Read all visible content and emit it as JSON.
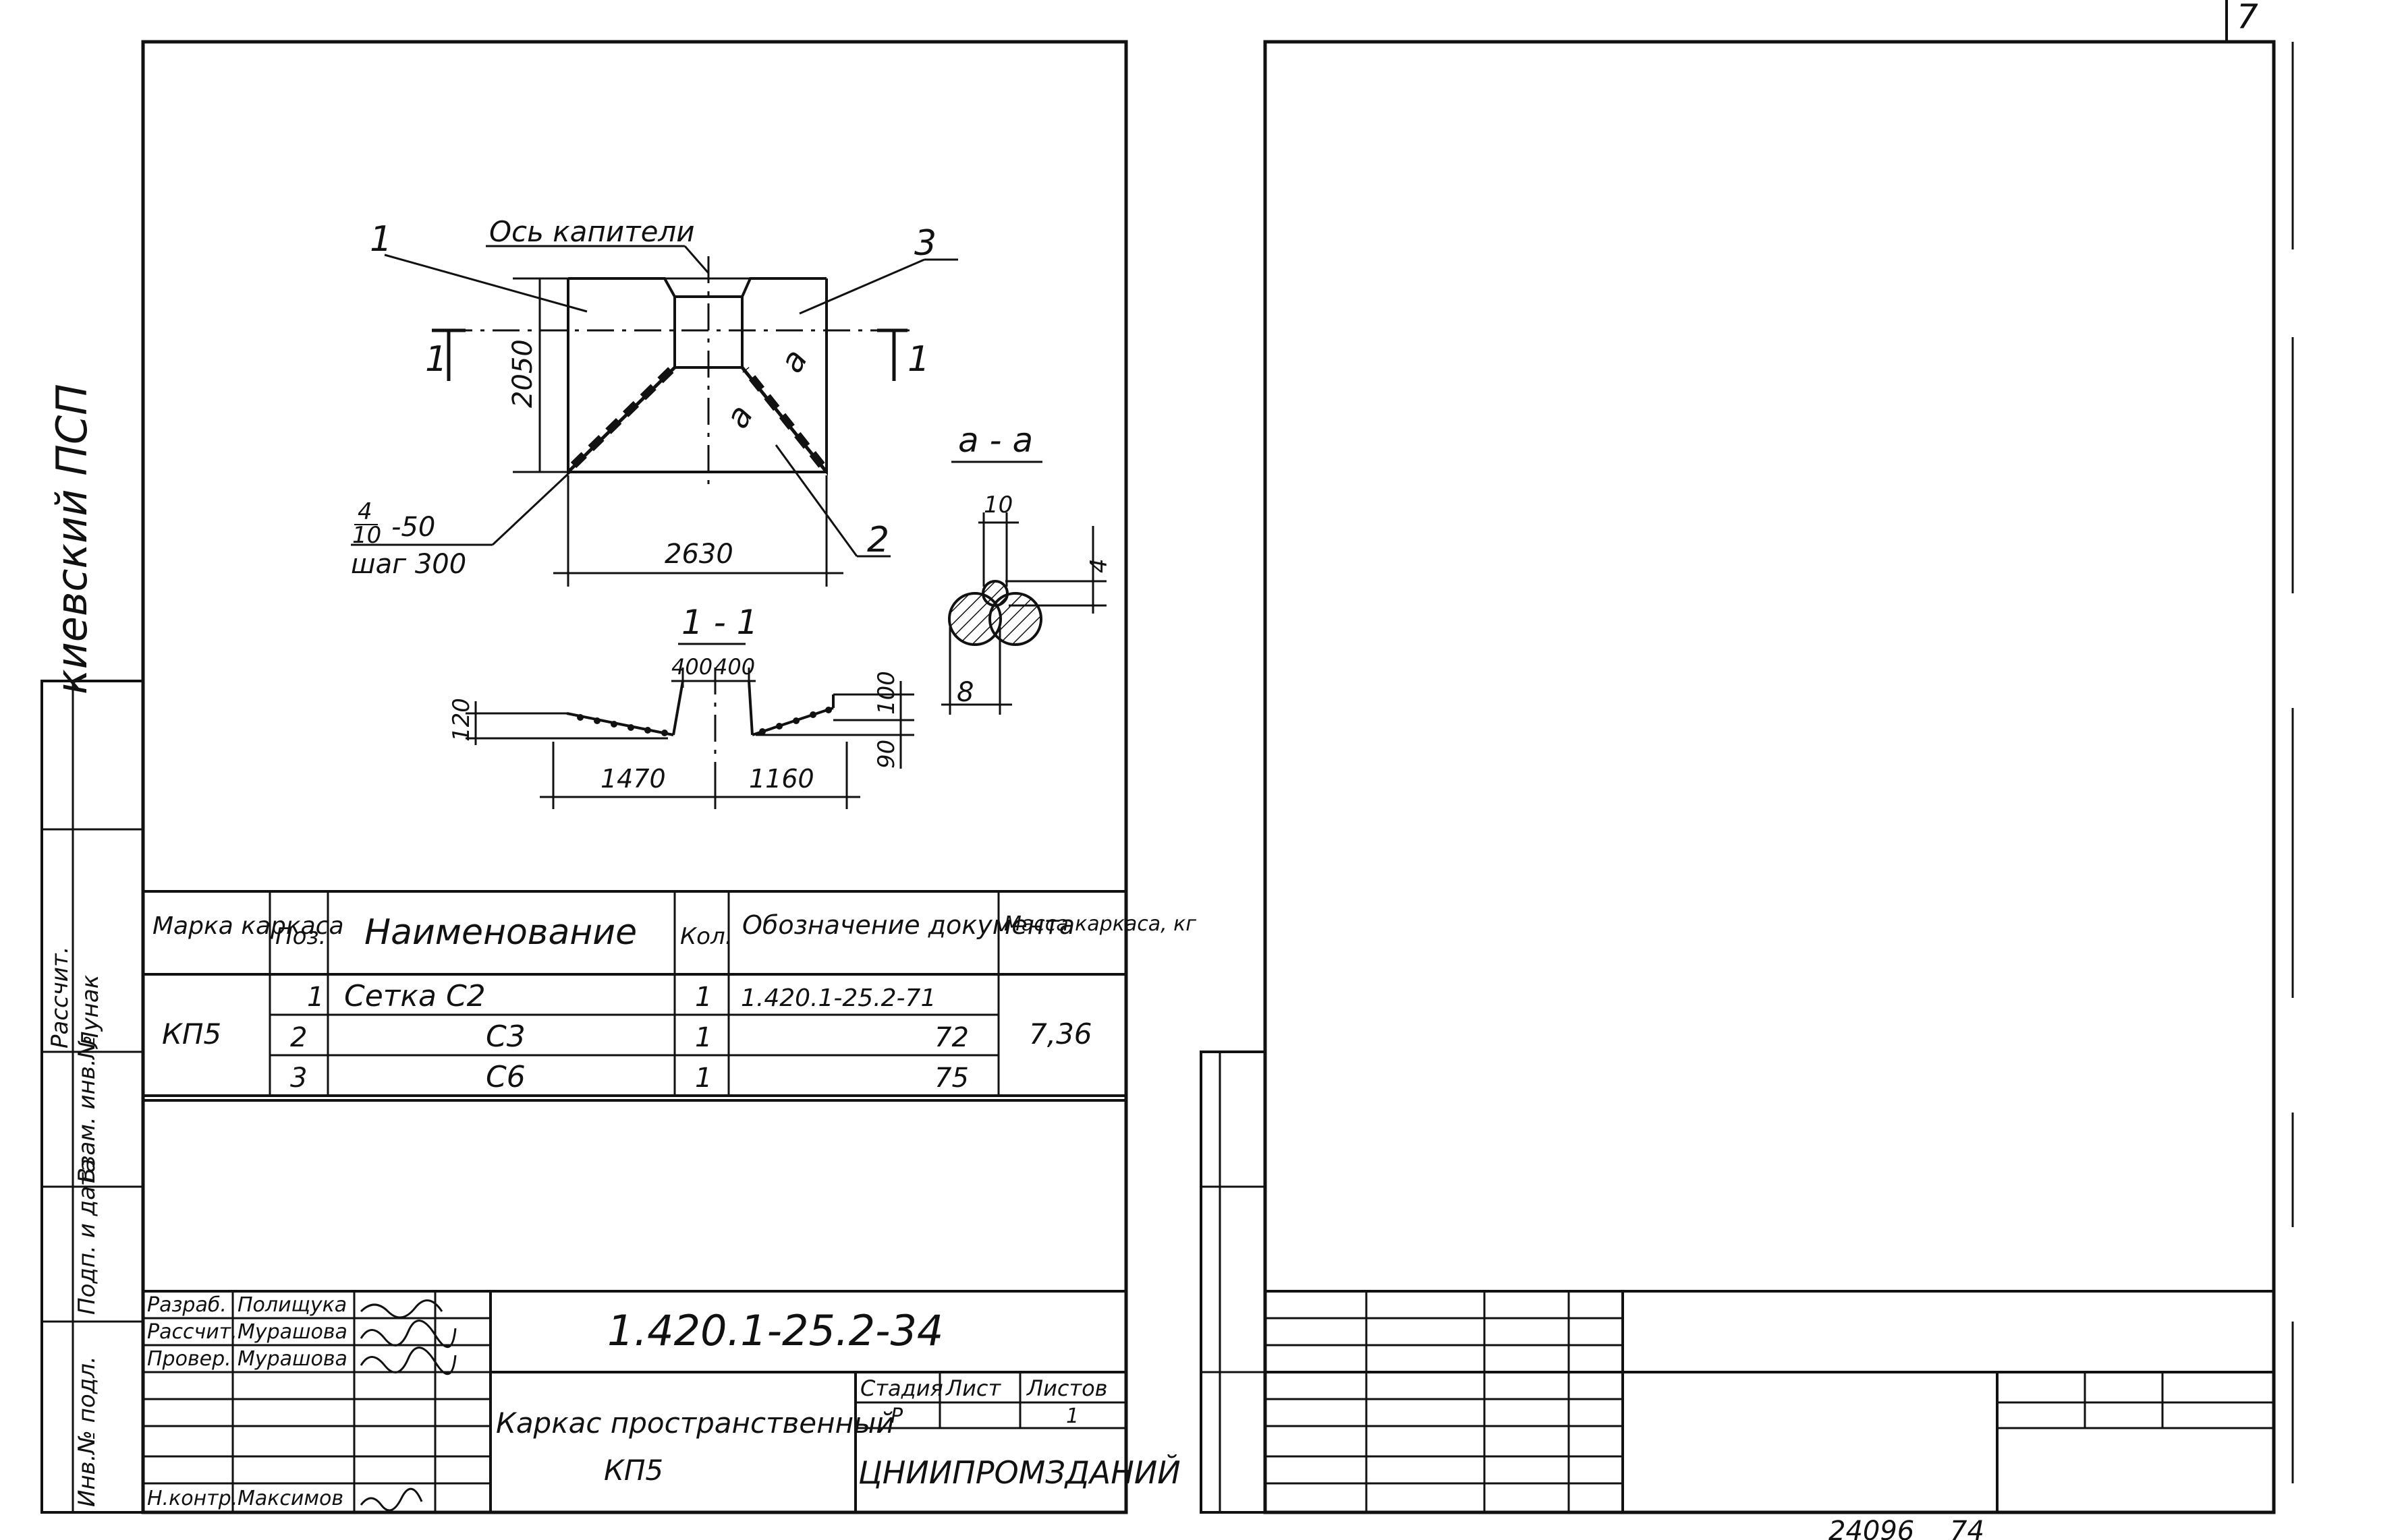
{
  "page_number": "7",
  "bottom_code_left": "24096",
  "bottom_code_right": "74",
  "left_sheet": {
    "side_stamp": {
      "org": "киевский ПСП",
      "rows": [
        "Рассчит.",
        "Лунак",
        "Инв.№ подл.",
        "Подп. и дата",
        "Взам. инв.№"
      ]
    },
    "drawing": {
      "axis_label": "Ось капители",
      "callout_1": "1",
      "callout_2": "2",
      "callout_3": "3",
      "section_mark": "1",
      "dim_height": "2050",
      "dim_width": "2630",
      "weld_note_top": "4",
      "weld_note_bottom": "10",
      "weld_note_len": "-50",
      "weld_step": "шаг 300",
      "detail_mark": "a",
      "detail_title": "a - a",
      "detail_dim_10": "10",
      "detail_dim_4": "4",
      "detail_dim_8": "8",
      "section_title": "1 - 1",
      "sec_dim_400a": "400",
      "sec_dim_400b": "400",
      "sec_dim_120": "120",
      "sec_dim_100": "100",
      "sec_dim_90": "90",
      "sec_dim_1470": "1470",
      "sec_dim_1160": "1160"
    },
    "spec_table": {
      "headers": [
        "Марка каркаса",
        "Поз.",
        "Наименование",
        "Кол.",
        "Обозначение документа",
        "Масса каркаса, кг"
      ],
      "brand": "КП5",
      "mass": "7,36",
      "rows": [
        {
          "pos": "1",
          "name": "Сетка  С2",
          "qty": "1",
          "doc": "1.420.1-25.2-71"
        },
        {
          "pos": "2",
          "name": "С3",
          "qty": "1",
          "doc": "72"
        },
        {
          "pos": "3",
          "name": "С6",
          "qty": "1",
          "doc": "75"
        }
      ]
    },
    "title_block": {
      "doc_code": "1.420.1-25.2-34",
      "title_line1": "Каркас пространственный",
      "title_line2": "КП5",
      "stage_label": "Стадия",
      "sheet_label": "Лист",
      "sheets_label": "Листов",
      "stage_value": "Р",
      "sheets_value": "1",
      "org": "ЦНИИПРОМЗДАНИЙ",
      "roles": [
        {
          "role": "Разраб.",
          "name": "Полищука"
        },
        {
          "role": "Рассчит.",
          "name": "Мурашова"
        },
        {
          "role": "Провер.",
          "name": "Мурашова"
        },
        {
          "role": "Н.контр.",
          "name": "Максимов"
        }
      ]
    }
  }
}
